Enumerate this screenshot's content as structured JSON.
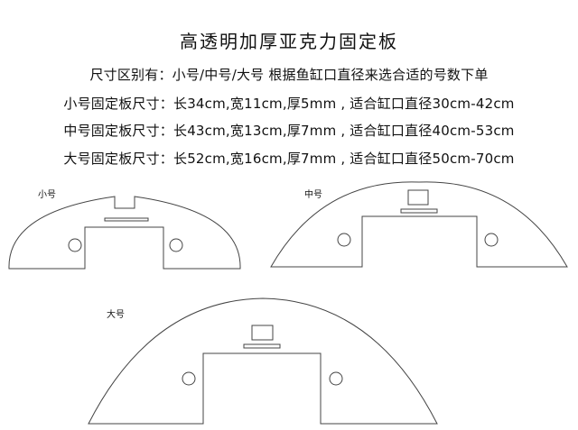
{
  "title": "高透明加厚亚克力固定板",
  "lines": [
    "尺寸区别有：小号/中号/大号 根据鱼缸口直径来选合适的号数下单",
    "小号固定板尺寸：长34cm,宽11cm,厚5mm , 适合缸口直径30cm-42cm",
    "中号固定板尺寸：长43cm,宽13cm,厚7mm , 适合缸口直径40cm-53cm",
    "大号固定板尺寸：长52cm,宽16cm,厚7mm , 适合缸口直径50cm-70cm"
  ],
  "diagrams": {
    "small_label": "小号",
    "medium_label": "中号",
    "large_label": "大号"
  },
  "colors": {
    "stroke": "#444444",
    "text": "#111111"
  }
}
